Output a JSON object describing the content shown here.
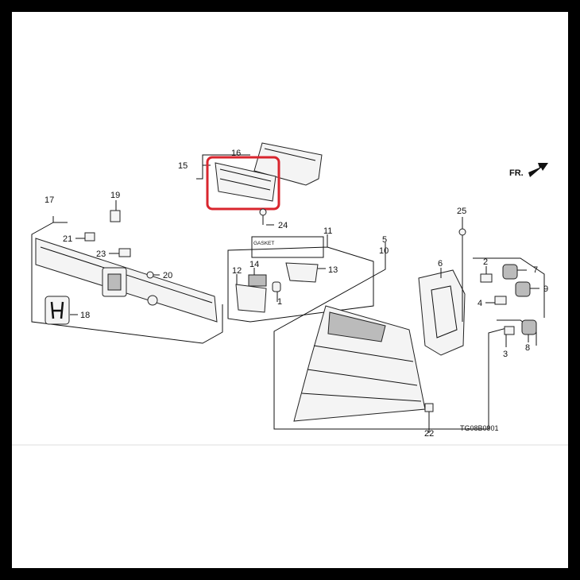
{
  "diagram_code": "TG08B0901",
  "arrow_label": "FR.",
  "gasket_label": "GASKET",
  "callouts": {
    "c1": "1",
    "c2": "2",
    "c3": "3",
    "c4": "4",
    "c5": "5",
    "c6": "6",
    "c7": "7",
    "c8": "8",
    "c9": "9",
    "c10": "10",
    "c11": "11",
    "c12": "12",
    "c13": "13",
    "c14": "14",
    "c15": "15",
    "c16": "16",
    "c17": "17",
    "c18": "18",
    "c19": "19",
    "c20": "20",
    "c21": "21",
    "c22": "22",
    "c23": "23",
    "c24": "24",
    "c25": "25"
  },
  "highlight_color": "#d9252e"
}
